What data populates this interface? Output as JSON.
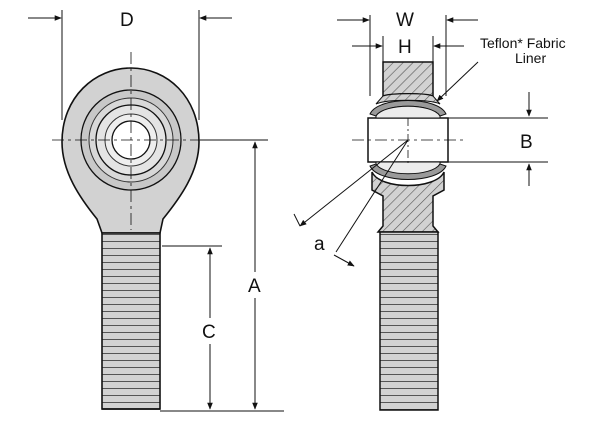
{
  "labels": {
    "D": "D",
    "W": "W",
    "H": "H",
    "B": "B",
    "A": "A",
    "C": "C",
    "a": "a",
    "liner_line1": "Teflon* Fabric",
    "liner_line2": "Liner"
  },
  "colors": {
    "line": "#111111",
    "body_fill": "#d2d2d2",
    "ball_fill": "#ffffff",
    "hatch": "#555555",
    "background": "#ffffff"
  }
}
